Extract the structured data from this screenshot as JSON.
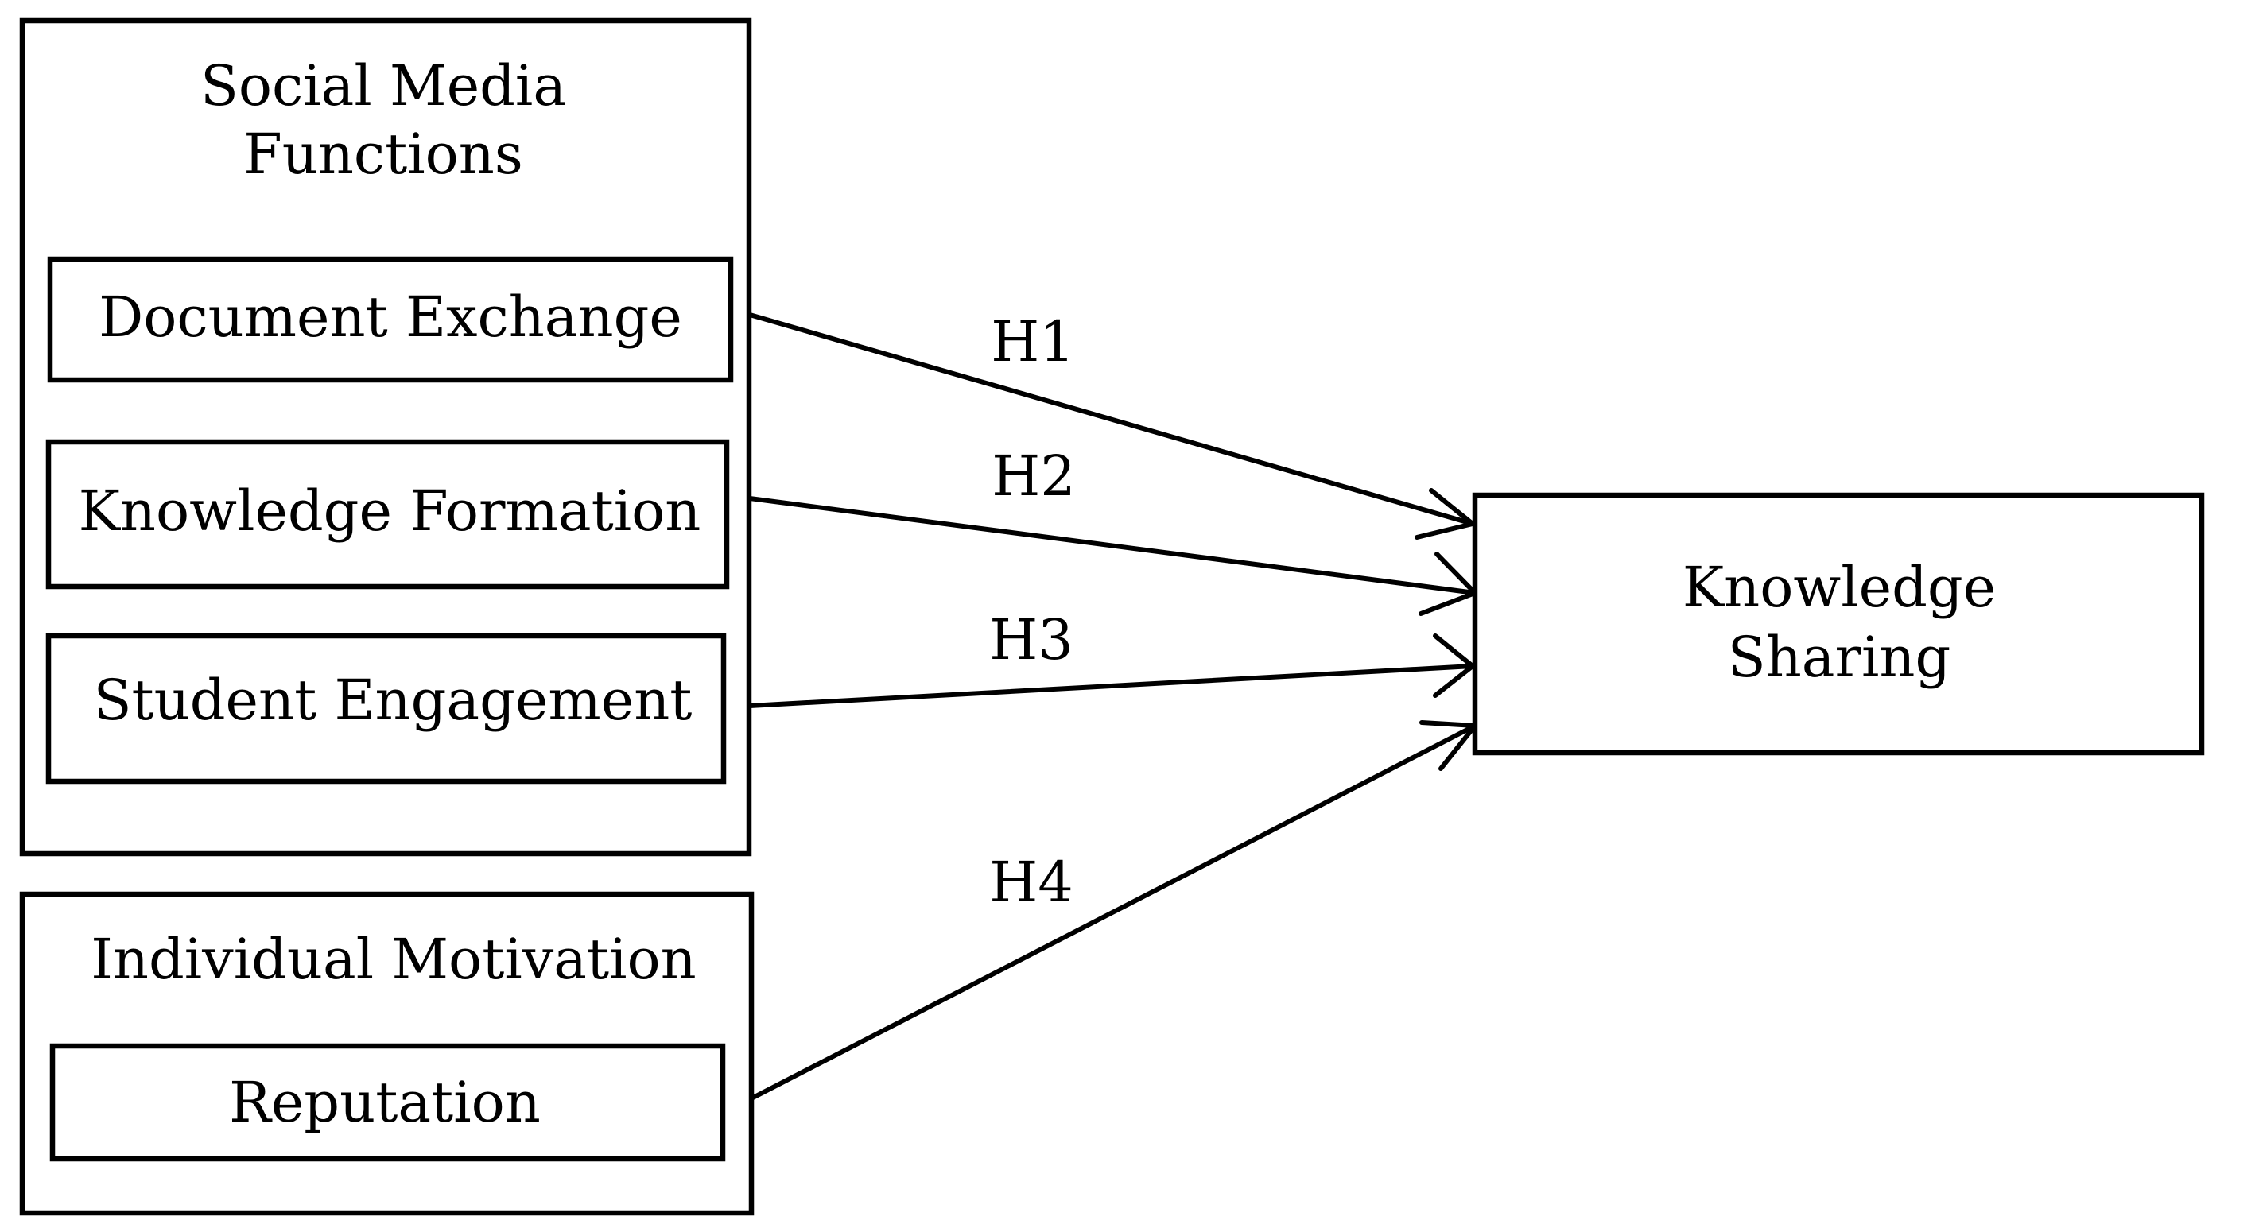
{
  "groups": {
    "social_media": {
      "title_line1": "Social Media",
      "title_line2": "Functions",
      "items": [
        "Document Exchange",
        "Knowledge Formation",
        "Student Engagement"
      ]
    },
    "individual_motivation": {
      "title": "Individual Motivation",
      "items": [
        "Reputation"
      ]
    }
  },
  "outcome": {
    "line1": "Knowledge",
    "line2": "Sharing"
  },
  "hypotheses": [
    "H1",
    "H2",
    "H3",
    "H4"
  ]
}
